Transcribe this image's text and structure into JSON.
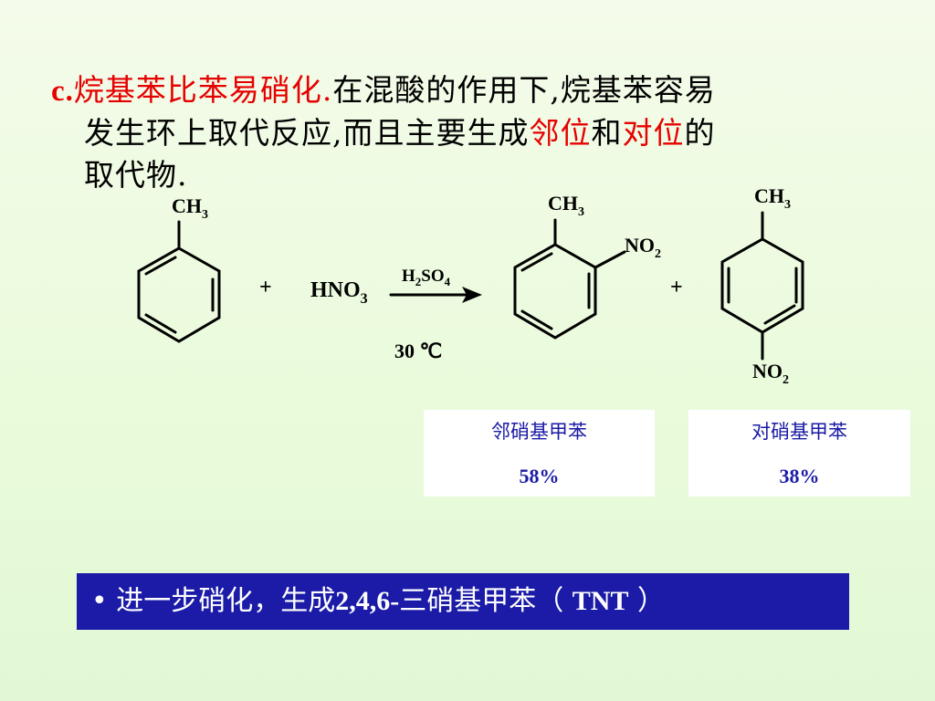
{
  "text": {
    "line1_prefix": "c.",
    "line1_title": "烷基苯比苯易硝化.",
    "line1_rest": "在混酸的作用下,烷基苯容易",
    "line2_a": "发生环上取代反应,而且主要生成",
    "line2_ortho": "邻位",
    "line2_he": "和",
    "line2_para": "对位",
    "line2_de": "的",
    "line3": "取代物."
  },
  "reaction": {
    "reactant_group": "CH",
    "reactant_group_sub": "3",
    "plus1": "+",
    "reagent": "HNO",
    "reagent_sub": "3",
    "catalyst_h": "H",
    "catalyst_h_sub": "2",
    "catalyst_so": "SO",
    "catalyst_so_sub": "4",
    "condition": "30 ℃",
    "product1_ch": "CH",
    "product1_ch_sub": "3",
    "product1_no": "NO",
    "product1_no_sub": "2",
    "plus2": "+",
    "product2_ch": "CH",
    "product2_ch_sub": "3",
    "product2_no": "NO",
    "product2_no_sub": "2"
  },
  "products": {
    "ortho_name": "邻硝基甲苯",
    "ortho_pct": "58%",
    "para_name": "对硝基甲苯",
    "para_pct": "38%"
  },
  "footer": {
    "bullet": "•",
    "text_a": "进一步硝化，生成",
    "text_num": "2,4,6-",
    "text_b": "三硝基甲苯（",
    "text_tnt": "TNT",
    "text_c": "）"
  },
  "colors": {
    "background": "#eafbdc",
    "highlight_red": "#e60000",
    "label_blue": "#1a1aa6",
    "footer_bg": "#1b1ba8"
  }
}
